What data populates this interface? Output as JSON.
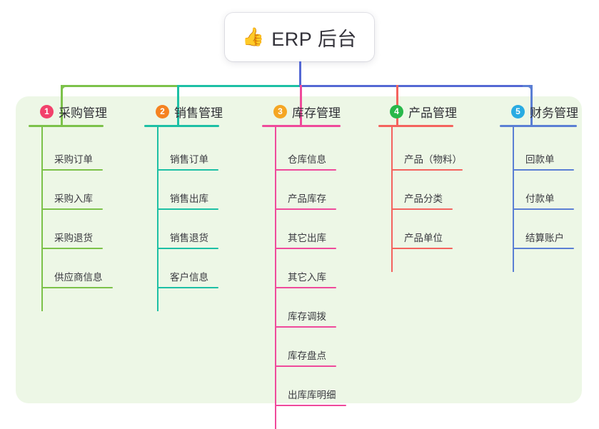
{
  "root": {
    "icon": "thumbs-up-emoji",
    "emoji": "👍",
    "title": "ERP 后台"
  },
  "colors": {
    "panel_background": "#edf7e6",
    "page_background": "#ffffff",
    "root_stem": "#5468d4",
    "bus_left": "#1dc0a5",
    "bus_right": "#5468d4",
    "text": "#33323a"
  },
  "branches": [
    {
      "number": "1",
      "label": "采购管理",
      "badge_color": "#f2416b",
      "line_color": "#7cc24a",
      "items": [
        "采购订单",
        "采购入库",
        "采购退货",
        "供应商信息"
      ]
    },
    {
      "number": "2",
      "label": "销售管理",
      "badge_color": "#f58220",
      "line_color": "#1dc0a5",
      "items": [
        "销售订单",
        "销售出库",
        "销售退货",
        "客户信息"
      ]
    },
    {
      "number": "3",
      "label": "库存管理",
      "badge_color": "#f5a623",
      "line_color": "#ef4a9b",
      "items": [
        "仓库信息",
        "产品库存",
        "其它出库",
        "其它入库",
        "库存调拨",
        "库存盘点",
        "出库库明细"
      ]
    },
    {
      "number": "4",
      "label": "产品管理",
      "badge_color": "#28b84a",
      "line_color": "#f4635e",
      "items": [
        "产品（物料）",
        "产品分类",
        "产品单位"
      ]
    },
    {
      "number": "5",
      "label": "财务管理",
      "badge_color": "#29abe2",
      "line_color": "#5b7fd4",
      "items": [
        "回款单",
        "付款单",
        "结算账户"
      ]
    }
  ]
}
